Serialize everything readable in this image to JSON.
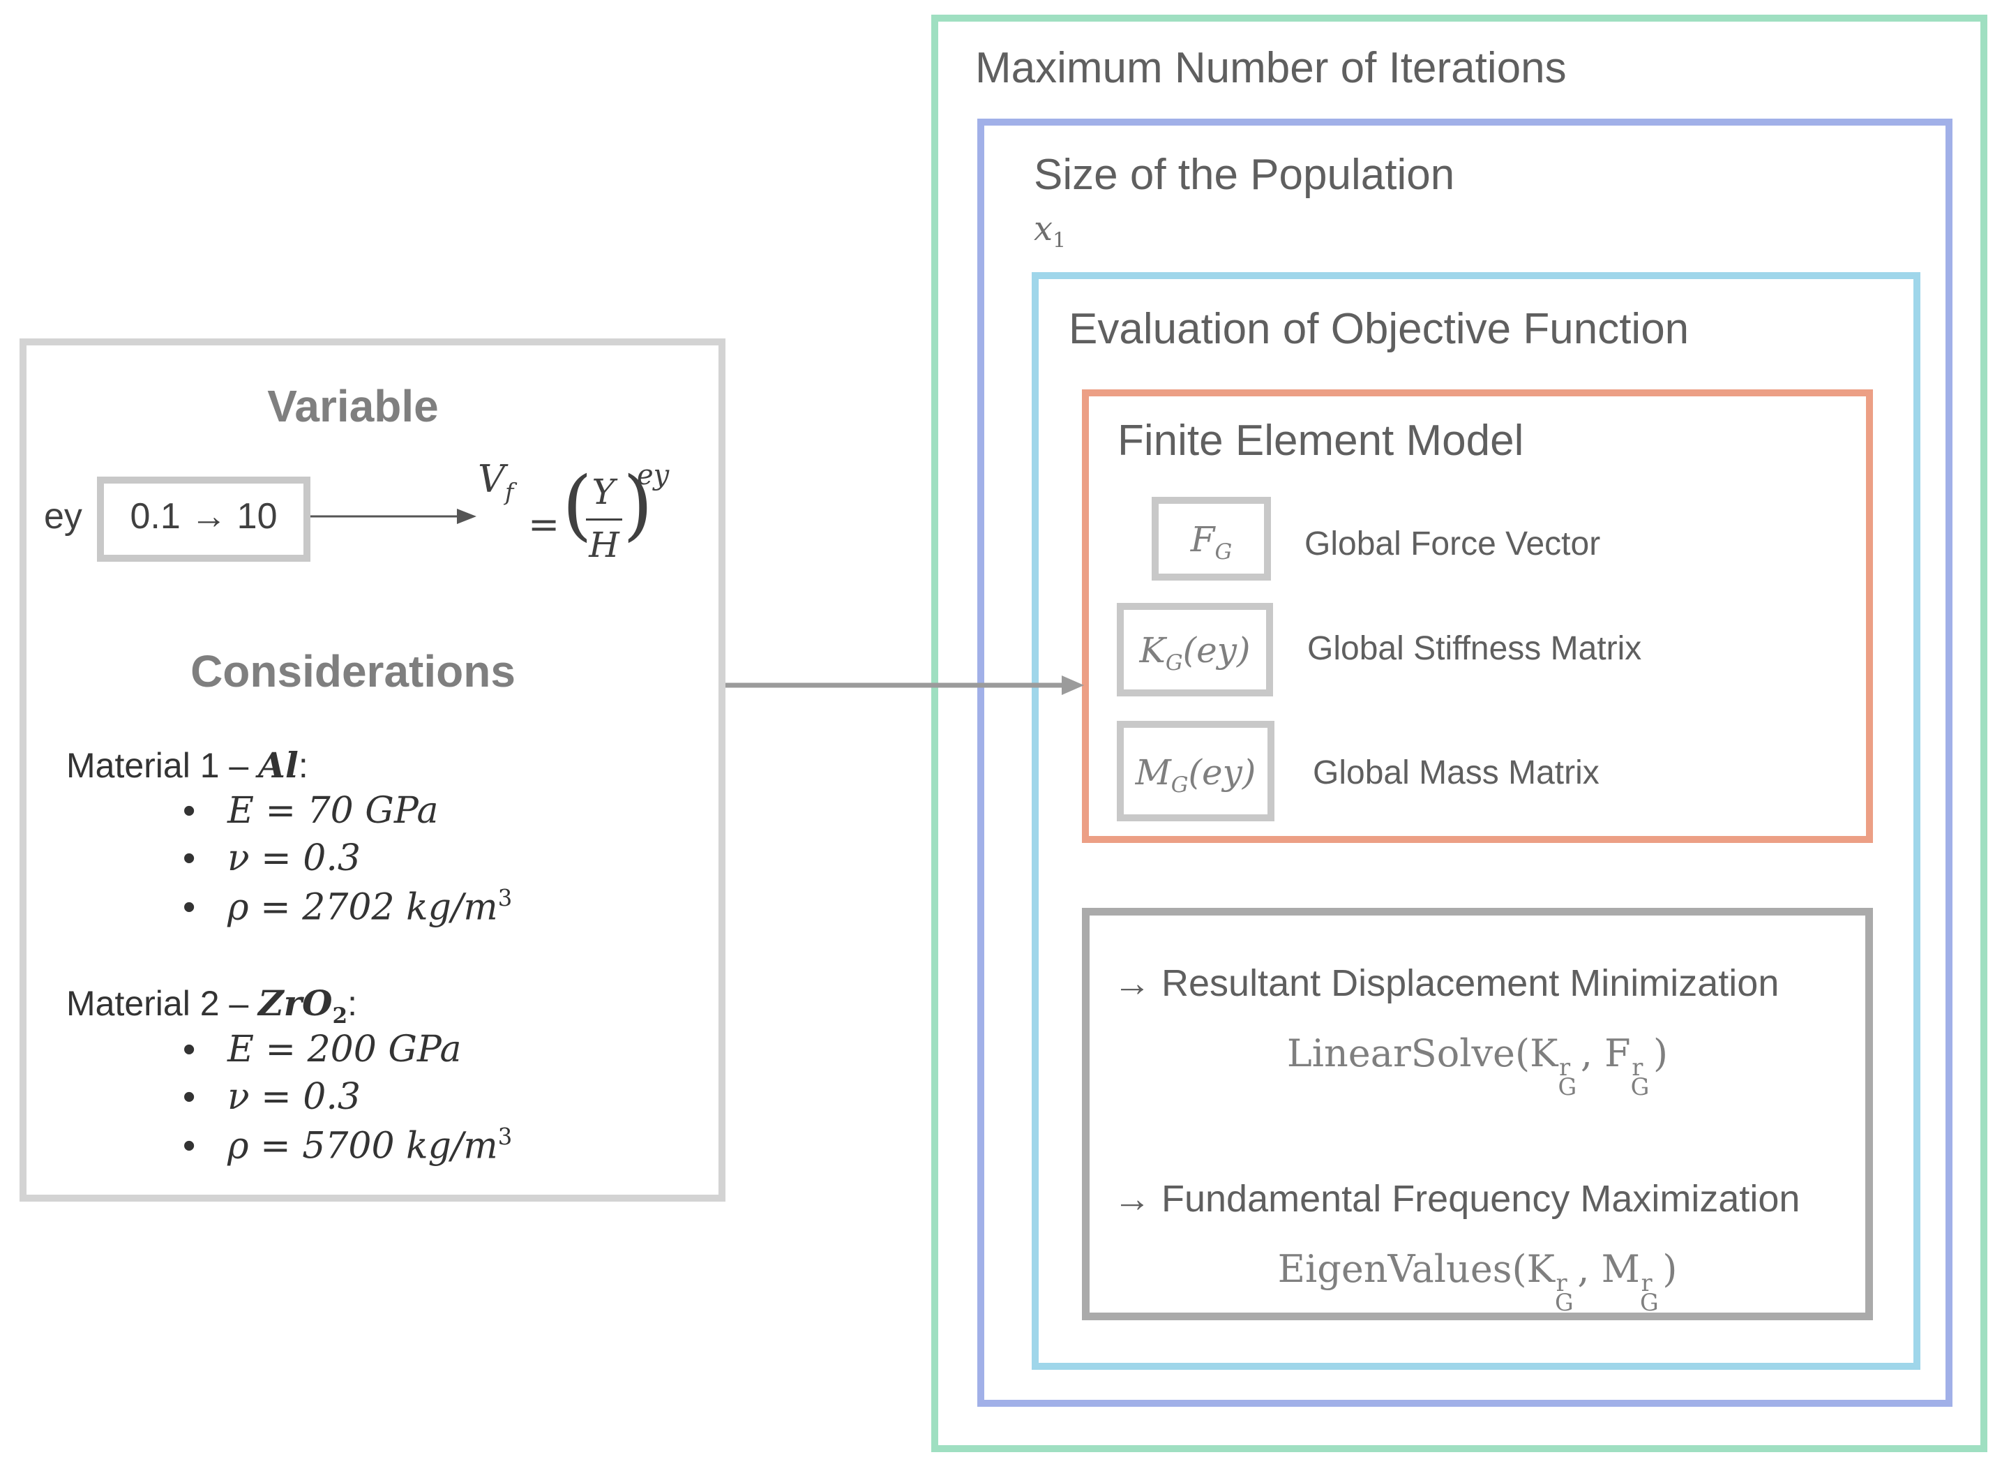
{
  "left_panel": {
    "variable_title": "Variable",
    "ey_label": "ey",
    "range_text": "0.1 → 10",
    "formula": {
      "lhs_base": "V",
      "lhs_sub": "f",
      "equals": "=",
      "numerator": "Y",
      "denominator": "H",
      "exponent": "ey"
    },
    "considerations_title": "Considerations",
    "materials": [
      {
        "prefix": "Material 1 – ",
        "symbol": "Al",
        "suffix": ":",
        "props": [
          "E = 70 GPa",
          "ν = 0.3",
          "ρ = 2702 kg/m"
        ],
        "rho_exp": "3"
      },
      {
        "prefix": "Material 2 – ",
        "symbol": "ZrO",
        "symbol_sub": "2",
        "suffix": ":",
        "props": [
          "E = 200 GPa",
          "ν = 0.3",
          "ρ = 5700 kg/m"
        ],
        "rho_exp": "3"
      }
    ]
  },
  "right_panel": {
    "outer_title": "Maximum Number of Iterations",
    "population_title": "Size of the Population",
    "population_var": {
      "base": "x",
      "sub": "1"
    },
    "evaluation_title": "Evaluation of Objective Function",
    "fem_title": "Finite Element Model",
    "fem_items": [
      {
        "base": "F",
        "sub": "G",
        "arg": "",
        "label": "Global Force Vector"
      },
      {
        "base": "K",
        "sub": "G",
        "arg": "(ey)",
        "label": "Global Stiffness Matrix"
      },
      {
        "base": "M",
        "sub": "G",
        "arg": "(ey)",
        "label": "Global Mass Matrix"
      }
    ],
    "objectives": [
      {
        "label": "→ Resultant Displacement Minimization",
        "func": "LinearSolve",
        "arg1": "K",
        "arg2": "F",
        "sup": "r",
        "sub": "G"
      },
      {
        "label": "→ Fundamental Frequency Maximization",
        "func": "EigenValues",
        "arg1": "K",
        "arg2": "M",
        "sup": "r",
        "sub": "G"
      }
    ]
  },
  "colors": {
    "outer": "#9fdfc1",
    "population": "#a1b0e8",
    "evaluation": "#9fd6ea",
    "fem": "#ec9f85",
    "objectives": "#aaaaaa",
    "left_panel": "#d3d3d3",
    "arrow": "#9b9b9b"
  }
}
